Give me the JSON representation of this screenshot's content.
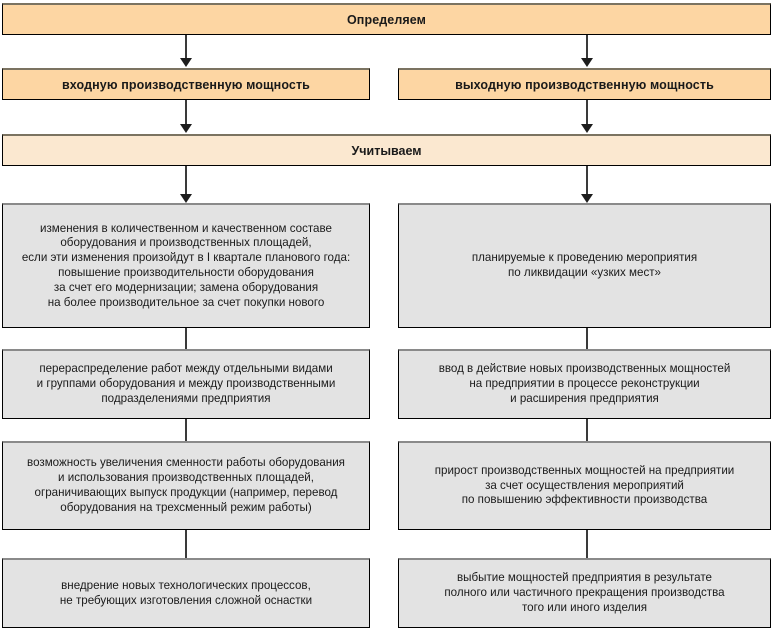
{
  "diagram": {
    "title_box": {
      "label": "Определяем"
    },
    "level2": [
      {
        "label": "входную производственную мощность"
      },
      {
        "label": "выходную производственную мощность"
      }
    ],
    "level3": {
      "label": "Учитываем"
    },
    "left_column": [
      {
        "label": "изменения в количественном и качественном составе\nоборудования и производственных площадей,\nесли эти изменения произойдут в I квартале планового года:\nповышение производительности оборудования\nза счет его модернизации; замена оборудования\nна более производительное за счет покупки нового"
      },
      {
        "label": "перераспределение работ между отдельными видами\nи группами оборудования и между производственными\nподразделениями предприятия"
      },
      {
        "label": "возможность увеличения сменности работы оборудования\nи использования производственных площадей,\nограничивающих выпуск продукции (например, перевод\nоборудования на трехсменный режим работы)"
      },
      {
        "label": "внедрение новых технологических процессов,\nне требующих изготовления сложной оснастки"
      }
    ],
    "right_column": [
      {
        "label": "планируемые к проведению мероприятия\nпо ликвидации «узких мест»"
      },
      {
        "label": "ввод в действие новых производственных мощностей\nна предприятии в процессе реконструкции\nи расширения предприятия"
      },
      {
        "label": "прирост производственных мощностей на предприятии\nза счет осуществления мероприятий\nпо повышению эффективности производства"
      },
      {
        "label": "выбытие мощностей предприятия в результате\nполного или частичного прекращения производства\nтого или иного изделия"
      }
    ],
    "colors": {
      "header_fill": "#fdd6a3",
      "subheader_fill": "#fbe8d0",
      "content_fill": "#e3e3e3",
      "border": "#000000",
      "connector": "#3a3a3a",
      "background": "#ffffff"
    }
  }
}
